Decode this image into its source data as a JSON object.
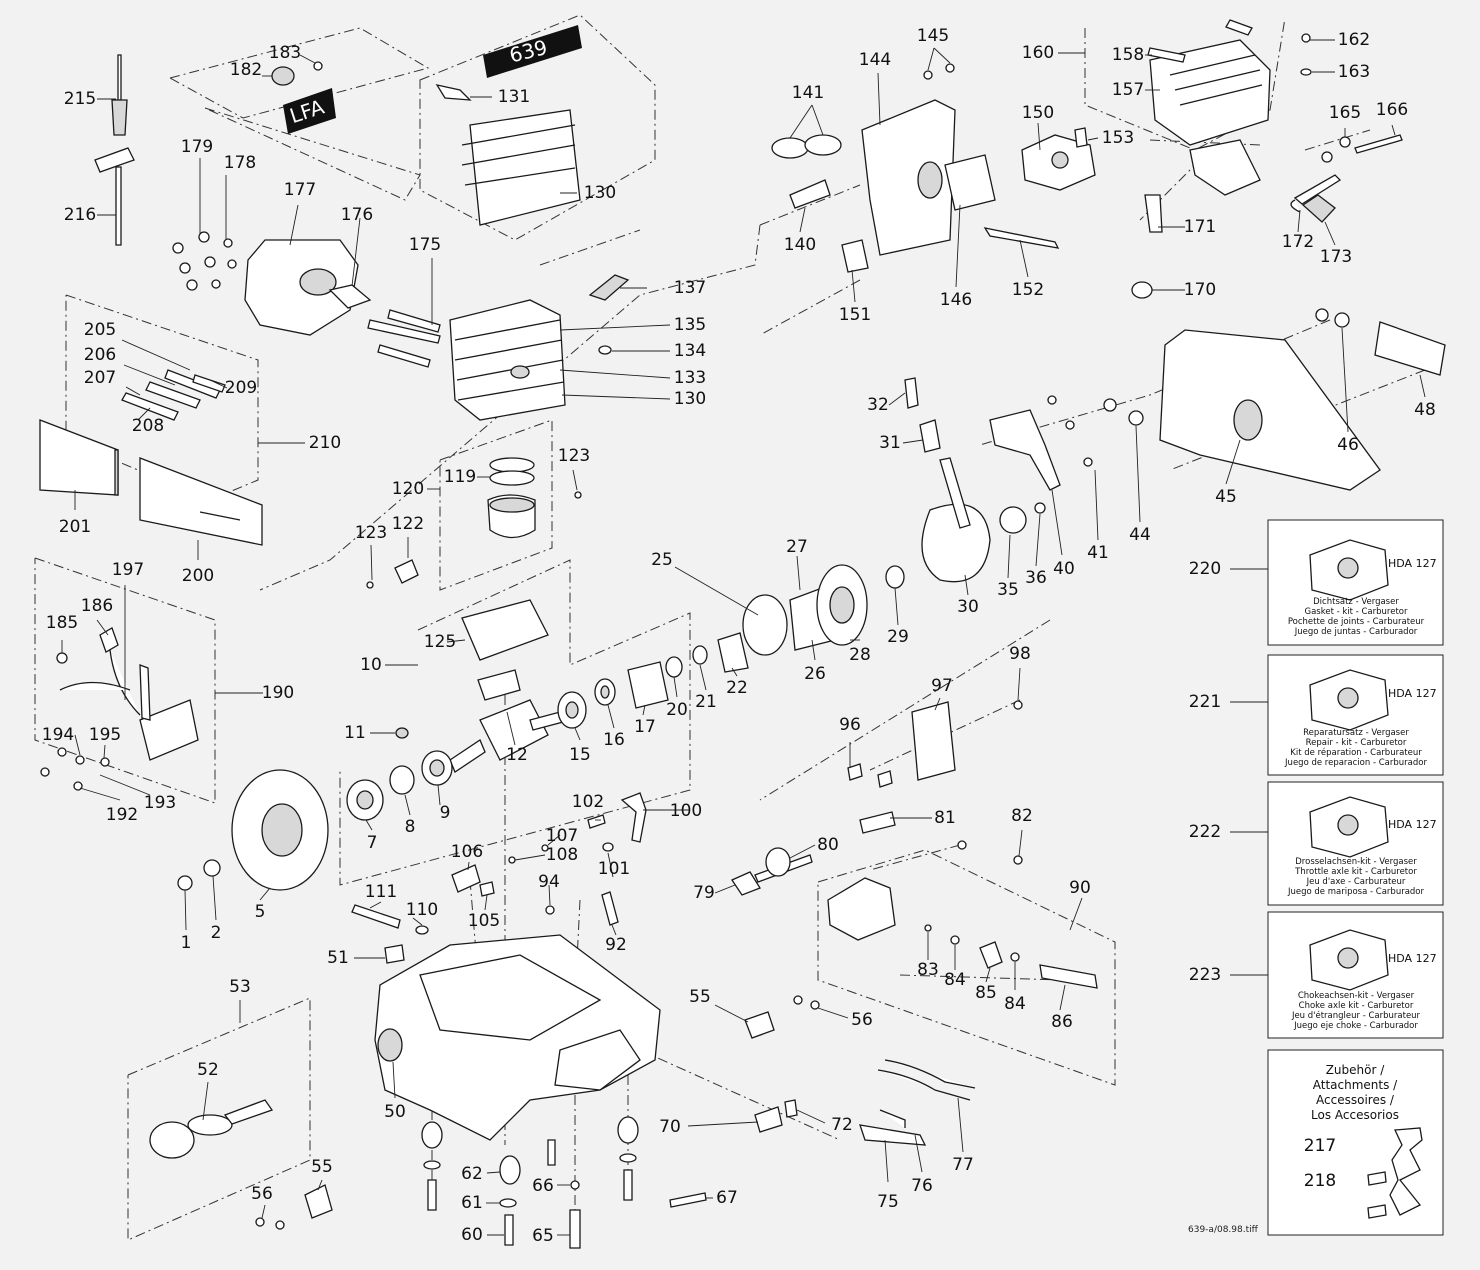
{
  "plates": {
    "model": "639",
    "variant": "LFA"
  },
  "kits": [
    {
      "id": "220",
      "code": "HDA 127",
      "lines": [
        "Dichtsatz - Vergaser",
        "Gasket - kit - Carburetor",
        "Pochette de joints - Carburateur",
        "Juego de juntas - Carburador"
      ]
    },
    {
      "id": "221",
      "code": "HDA 127",
      "lines": [
        "Reparatursatz - Vergaser",
        "Repair - kit - Carburetor",
        "Kit de réparation - Carburateur",
        "Juego de reparacion - Carburador"
      ]
    },
    {
      "id": "222",
      "code": "HDA 127",
      "lines": [
        "Drosselachsen-kit - Vergaser",
        "Throttle axle kit - Carburetor",
        "Jeu d'axe - Carburateur",
        "Juego de mariposa - Carburador"
      ]
    },
    {
      "id": "223",
      "code": "HDA 127",
      "lines": [
        "Chokeachsen-kit - Vergaser",
        "Choke axle kit - Carburetor",
        "Jeu d'étrangleur - Carburateur",
        "Juego eje choke - Carburador"
      ]
    }
  ],
  "accessories": {
    "lines": [
      "Zubehör /",
      "Attachments /",
      "Accessoires /",
      "Los Accesorios"
    ],
    "parts": [
      "217",
      "218"
    ]
  },
  "file_ref": "639-a/08.98.tiff",
  "part_numbers": [
    "1",
    "2",
    "5",
    "7",
    "8",
    "9",
    "10",
    "11",
    "12",
    "15",
    "16",
    "17",
    "20",
    "21",
    "22",
    "25",
    "26",
    "27",
    "28",
    "29",
    "30",
    "31",
    "32",
    "35",
    "36",
    "40",
    "41",
    "44",
    "45",
    "46",
    "48",
    "50",
    "51",
    "52",
    "53",
    "55",
    "56",
    "60",
    "61",
    "62",
    "65",
    "66",
    "67",
    "70",
    "72",
    "75",
    "76",
    "77",
    "79",
    "80",
    "81",
    "82",
    "83",
    "84",
    "85",
    "86",
    "90",
    "92",
    "94",
    "96",
    "97",
    "98",
    "100",
    "101",
    "102",
    "105",
    "106",
    "107",
    "108",
    "110",
    "111",
    "119",
    "120",
    "122",
    "123",
    "125",
    "130",
    "131",
    "133",
    "134",
    "135",
    "137",
    "140",
    "141",
    "144",
    "145",
    "146",
    "150",
    "151",
    "152",
    "153",
    "157",
    "158",
    "160",
    "162",
    "163",
    "165",
    "166",
    "170",
    "171",
    "172",
    "173",
    "175",
    "176",
    "177",
    "178",
    "179",
    "182",
    "183",
    "185",
    "186",
    "190",
    "192",
    "193",
    "194",
    "195",
    "197",
    "200",
    "201",
    "205",
    "206",
    "207",
    "208",
    "209",
    "210",
    "215",
    "216",
    "217",
    "218",
    "220",
    "221",
    "222",
    "223"
  ]
}
